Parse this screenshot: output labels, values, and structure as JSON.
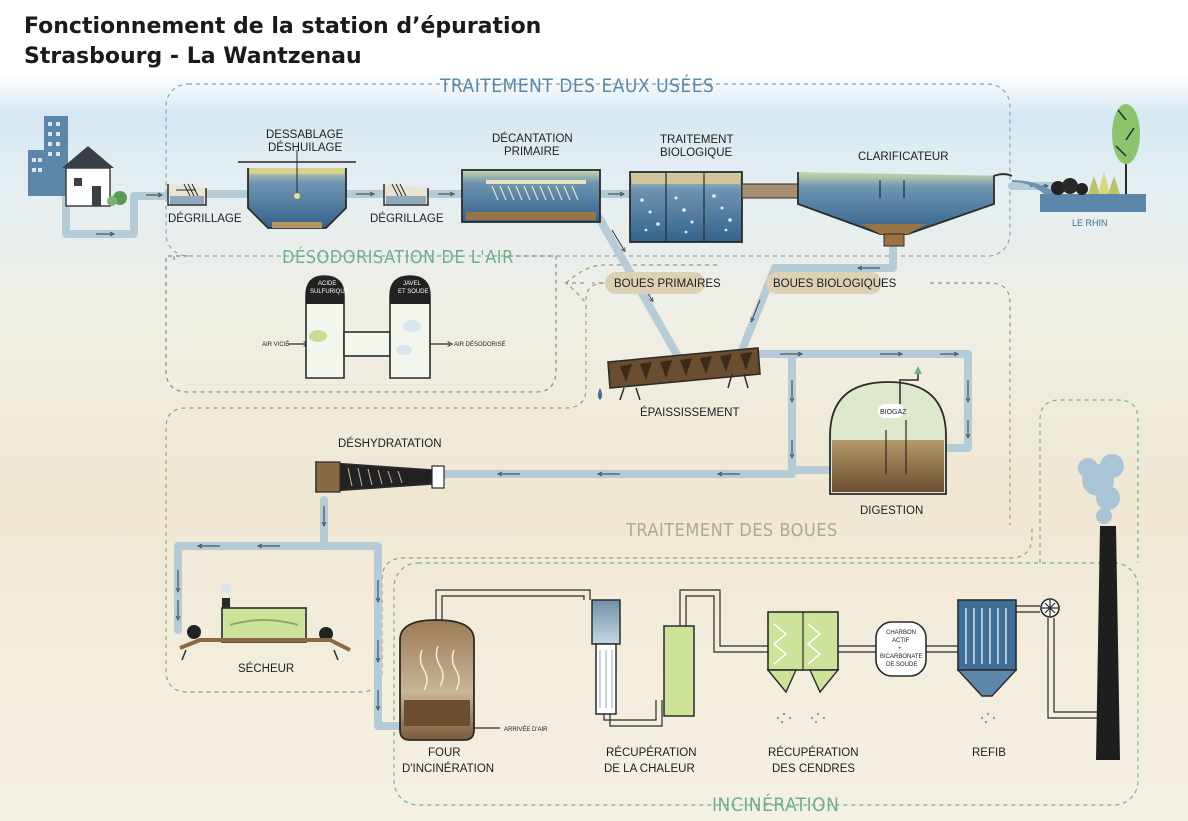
{
  "title": {
    "line1": "Fonctionnement de la station d’épuration",
    "line2": "Strasbourg - La Wantzenau"
  },
  "sections": {
    "eaux_usees": "TRAITEMENT DES EAUX USÉES",
    "desodorisation": "DÉSODORISATION DE L'AIR",
    "boues": "TRAITEMENT DES BOUES",
    "incineration": "INCINÉRATION"
  },
  "labels": {
    "degrillage_1": "DÉGRILLAGE",
    "dessablage_1": "DESSABLAGE",
    "dessablage_2": "DÉSHUILAGE",
    "degrillage_2": "DÉGRILLAGE",
    "decantation_1": "DÉCANTATION",
    "decantation_2": "PRIMAIRE",
    "traitement_bio_1": "TRAITEMENT",
    "traitement_bio_2": "BIOLOGIQUE",
    "clarificateur": "CLARIFICATEUR",
    "le_rhin": "LE RHIN",
    "boues_primaires": "BOUES PRIMAIRES",
    "boues_biologiques": "BOUES BIOLOGIQUES",
    "acide_1": "ACIDE",
    "acide_2": "SULFURIQUE",
    "javel_1": "JAVEL",
    "javel_2": "ET SOUDE",
    "air_vicie": "AIR VICIÉ",
    "air_desodorise": "AIR DÉSODORISÉ",
    "epaississement": "ÉPAISSISSEMENT",
    "deshydratation": "DÉSHYDRATATION",
    "biogaz": "BIOGAZ",
    "digestion": "DIGESTION",
    "secheur": "SÉCHEUR",
    "arrivee_air": "ARRIVÉE D'AIR",
    "four_1": "FOUR",
    "four_2": "D'INCINÉRATION",
    "recup_chaleur_1": "RÉCUPÉRATION",
    "recup_chaleur_2": "DE LA CHALEUR",
    "recup_cendres_1": "RÉCUPÉRATION",
    "recup_cendres_2": "DES CENDRES",
    "charbon_1": "CHARBON",
    "charbon_2": "ACTIF",
    "charbon_3": "+",
    "charbon_4": "BICARBONATE",
    "charbon_5": "DE SOUDE",
    "refib": "REFIB"
  },
  "colors": {
    "pipe": "#b5cbd6",
    "water": "#3f6f96",
    "section_blue": "#5d87a8",
    "section_green": "#6fb089",
    "section_brown": "#b4a68a",
    "tag_bg": "#ddd0b4",
    "sludge": "#7a5a3a",
    "equipment_green": "#cde39a"
  }
}
